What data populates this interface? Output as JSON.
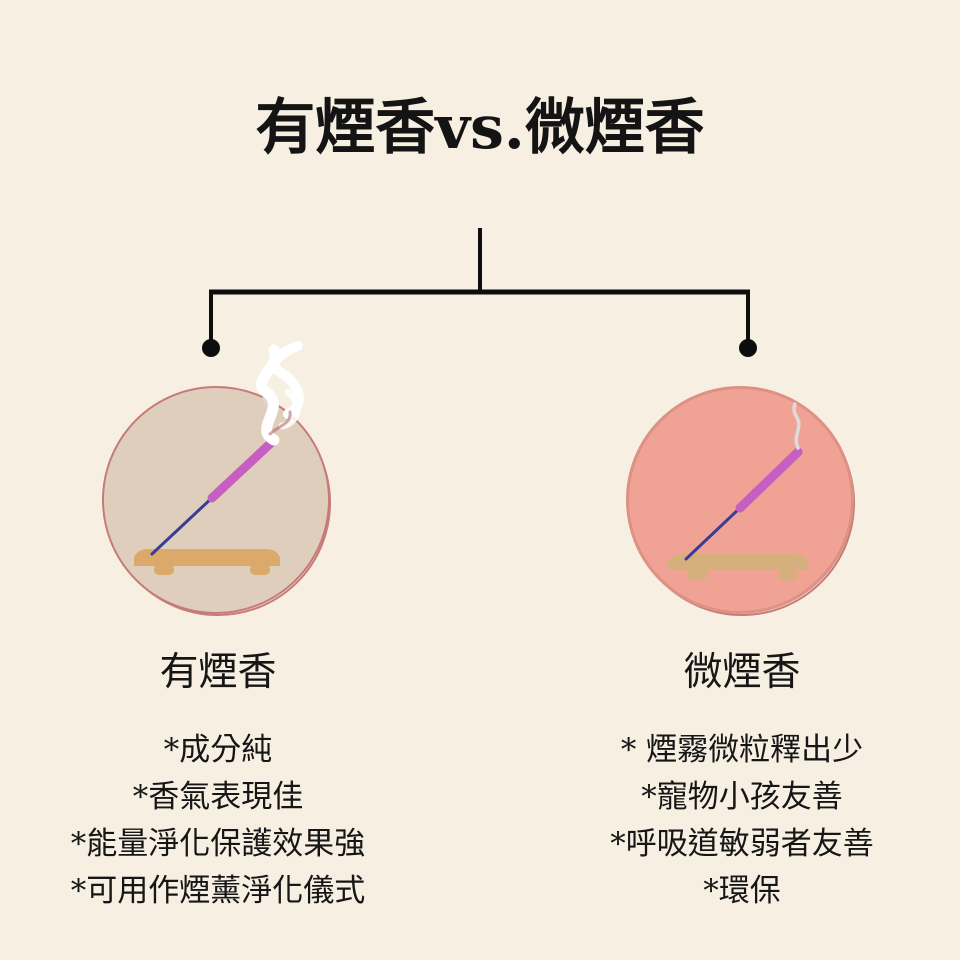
{
  "page": {
    "title": "有煙香vs.微煙香",
    "background_color": "#F7EFE2",
    "text_color": "#161616"
  },
  "connector": {
    "line_color": "#0D0D0D",
    "node_color": "#0D0D0D"
  },
  "columns": [
    {
      "id": "smoky-incense",
      "heading": "有煙香",
      "circle": {
        "fill_color": "#E0CEBC",
        "border_color": "#C67B78",
        "smoke_level": "heavy",
        "smoke_color": "#FFFFFF",
        "wisp_color": "#D6D4DC",
        "incense_tip_color": "#C75FC2",
        "incense_stem_color": "#3A3C96",
        "holder_color": "#DBAA6B"
      },
      "bullets": [
        "*成分純",
        "*香氣表現佳",
        "*能量淨化保護效果強",
        "*可用作煙薰淨化儀式"
      ]
    },
    {
      "id": "low-smoke-incense",
      "heading": "微煙香",
      "circle": {
        "fill_color": "#F0A295",
        "border_color": "#DC9184",
        "smoke_level": "light",
        "smoke_color": "#FFFFFF",
        "wisp_color": "#DCDCE0",
        "incense_tip_color": "#C75FC2",
        "incense_stem_color": "#3A3C96",
        "holder_color": "#D5B07C"
      },
      "bullets": [
        "* 煙霧微粒釋出少",
        "*寵物小孩友善",
        "*呼吸道敏弱者友善",
        "*環保"
      ]
    }
  ],
  "icons": {
    "incense_stick": "incense-stick-icon",
    "incense_holder": "incense-holder-icon",
    "smoke": "smoke-icon",
    "node": "connector-node-icon"
  }
}
